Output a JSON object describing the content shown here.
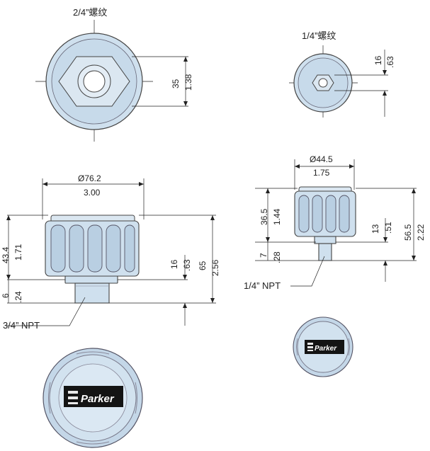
{
  "large_filter": {
    "top_view_label": "2/4”螺纹",
    "dims_top": {
      "mm": "35",
      "in": "1.38"
    },
    "diameter": {
      "mm": "Ø76.2",
      "in": "3.00"
    },
    "body_height": {
      "mm": "43.4",
      "in": "1.71"
    },
    "thread_len": {
      "mm": "6",
      "in": ".24"
    },
    "neck": {
      "mm": "16",
      "in": ".63"
    },
    "total": {
      "mm": "65",
      "in": "2.56"
    },
    "thread_label": "3/4” NPT",
    "brand": "Parker"
  },
  "small_filter": {
    "top_view_label": "1/4”螺纹",
    "dims_top": {
      "mm": "16",
      "in": ".63"
    },
    "diameter": {
      "mm": "Ø44.5",
      "in": "1.75"
    },
    "body_height": {
      "mm": "36.5",
      "in": "1.44"
    },
    "neck": {
      "mm": "13",
      "in": ".51"
    },
    "thread_len": {
      "mm": "7",
      "in": ".28"
    },
    "total": {
      "mm": "56.5",
      "in": "2.22"
    },
    "thread_label": "1/4” NPT",
    "brand": "Parker"
  }
}
